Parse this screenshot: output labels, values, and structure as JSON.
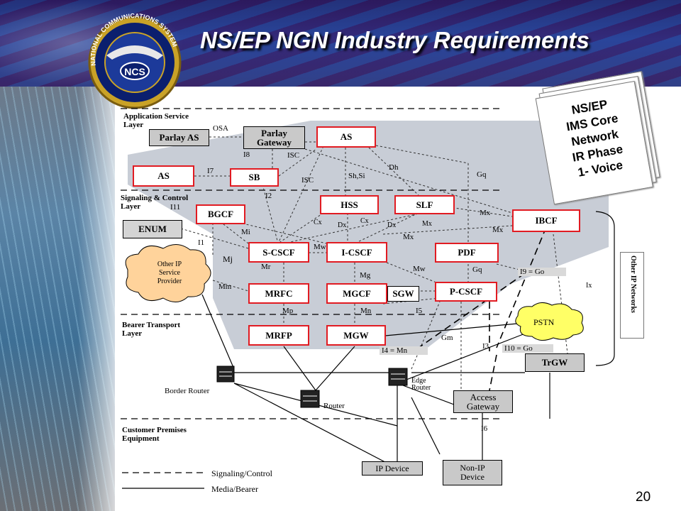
{
  "slide": {
    "title": "NS/EP NGN Industry Requirements",
    "page_number": "20",
    "logo_text": "NATIONAL COMMUNICATIONS SYSTEM",
    "logo_center": "NCS"
  },
  "callout": {
    "lines": [
      "NS/EP",
      "IMS Core",
      "Network",
      "IR Phase",
      "1- Voice"
    ]
  },
  "layers": {
    "application": [
      "Application Service",
      "Layer"
    ],
    "signaling": [
      "Signaling & Control",
      "Layer"
    ],
    "bearer": [
      "Bearer Transport",
      "Layer"
    ],
    "cpe": [
      "Customer Premises",
      "Equipment"
    ]
  },
  "nodes": {
    "parlay_as": "Parlay AS",
    "parlay_gw": [
      "Parlay",
      "Gateway"
    ],
    "as_top": "AS",
    "as_left": "AS",
    "sb": "SB",
    "bgcf": "BGCF",
    "hss": "HSS",
    "slf": "SLF",
    "ibcf": "IBCF",
    "enum": "ENUM",
    "s_cscf": "S-CSCF",
    "i_cscf": "I-CSCF",
    "pdf": "PDF",
    "mrfc": "MRFC",
    "mgcf": "MGCF",
    "sgw": "SGW",
    "p_cscf": "P-CSCF",
    "mrfp": "MRFP",
    "mgw": "MGW",
    "trgw": "TrGW",
    "access_gw": [
      "Access",
      "Gateway"
    ],
    "ip_device": "IP Device",
    "non_ip_device": [
      "Non-IP",
      "Device"
    ],
    "other_ip_provider": [
      "Other IP",
      "Service",
      "Provider"
    ],
    "pstn": "PSTN",
    "border_router": "Border Router",
    "router": "Router",
    "edge_router": [
      "Edge",
      "Router"
    ],
    "other_ip_networks": "Other IP Networks"
  },
  "interfaces": {
    "osa": "OSA",
    "i8": "I8",
    "isc1": "ISC",
    "i7": "I7",
    "isc2": "ISC",
    "shsi": "Sh,Si",
    "dh": "Dh",
    "gq1": "Gq",
    "i2": "I2",
    "i11": "I11",
    "mx1": "Mx",
    "cx1": "Cx",
    "dx1": "Dx",
    "cx2": "Cx",
    "dx2": "Dx",
    "mx2": "Mx",
    "mx3": "Mx",
    "mi": "Mi",
    "mx4": "Mx",
    "i1": "I1",
    "mw1": "Mw",
    "mj": "Mj",
    "mr": "Mr",
    "mg": "Mg",
    "mw2": "Mw",
    "gq2": "Gq",
    "i9": "I9 = Go",
    "ix": "Ix",
    "mm": "Mm",
    "mp": "Mp",
    "mn": "Mn",
    "i5": "I5",
    "gm": "Gm",
    "i3": "I3",
    "i4": "I4 = Mn",
    "i10": "I10 = Go",
    "i6": "I6"
  },
  "legend": {
    "signaling": "Signaling/Control",
    "media": "Media/Bearer"
  },
  "colors": {
    "node_border": "#e11b22",
    "banner": "#12308f",
    "core_shade": "#c8cdd6"
  }
}
